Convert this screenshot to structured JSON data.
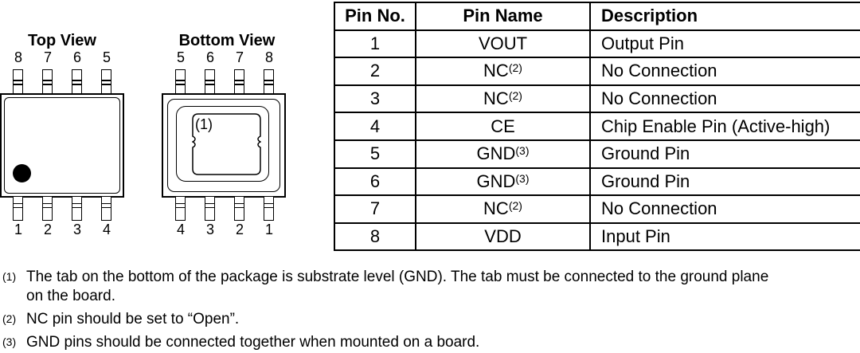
{
  "page": {
    "background": "#ffffff",
    "ink": "#000000"
  },
  "diagrams": {
    "top_view": {
      "title": "Top View",
      "top_pin_numbers": [
        "8",
        "7",
        "6",
        "5"
      ],
      "bottom_pin_numbers": [
        "1",
        "2",
        "3",
        "4"
      ]
    },
    "bottom_view": {
      "title": "Bottom View",
      "tab_ref": "(1)",
      "top_pin_numbers": [
        "5",
        "6",
        "7",
        "8"
      ],
      "bottom_pin_numbers": [
        "4",
        "3",
        "2",
        "1"
      ]
    }
  },
  "pin_table": {
    "headers": {
      "no": "Pin No.",
      "name": "Pin Name",
      "desc": "Description"
    },
    "rows": [
      {
        "no": "1",
        "name": "VOUT",
        "sup": "",
        "desc": "Output Pin"
      },
      {
        "no": "2",
        "name": "NC",
        "sup": "(2)",
        "desc": "No Connection"
      },
      {
        "no": "3",
        "name": "NC",
        "sup": "(2)",
        "desc": "No Connection"
      },
      {
        "no": "4",
        "name": "CE",
        "sup": "",
        "desc": "Chip Enable Pin (Active-high)"
      },
      {
        "no": "5",
        "name": "GND",
        "sup": "(3)",
        "desc": "Ground Pin"
      },
      {
        "no": "6",
        "name": "GND",
        "sup": "(3)",
        "desc": "Ground Pin"
      },
      {
        "no": "7",
        "name": "NC",
        "sup": "(2)",
        "desc": "No Connection"
      },
      {
        "no": "8",
        "name": "VDD",
        "sup": "",
        "desc": "Input Pin"
      }
    ]
  },
  "footnotes": [
    {
      "ref": "(1)",
      "text": "The tab on the bottom of the package is substrate level (GND). The tab must be connected to the ground plane\non the board."
    },
    {
      "ref": "(2)",
      "text": "NC pin should be set to “Open”."
    },
    {
      "ref": "(3)",
      "text": "GND pins should be connected together when mounted on a board."
    }
  ]
}
